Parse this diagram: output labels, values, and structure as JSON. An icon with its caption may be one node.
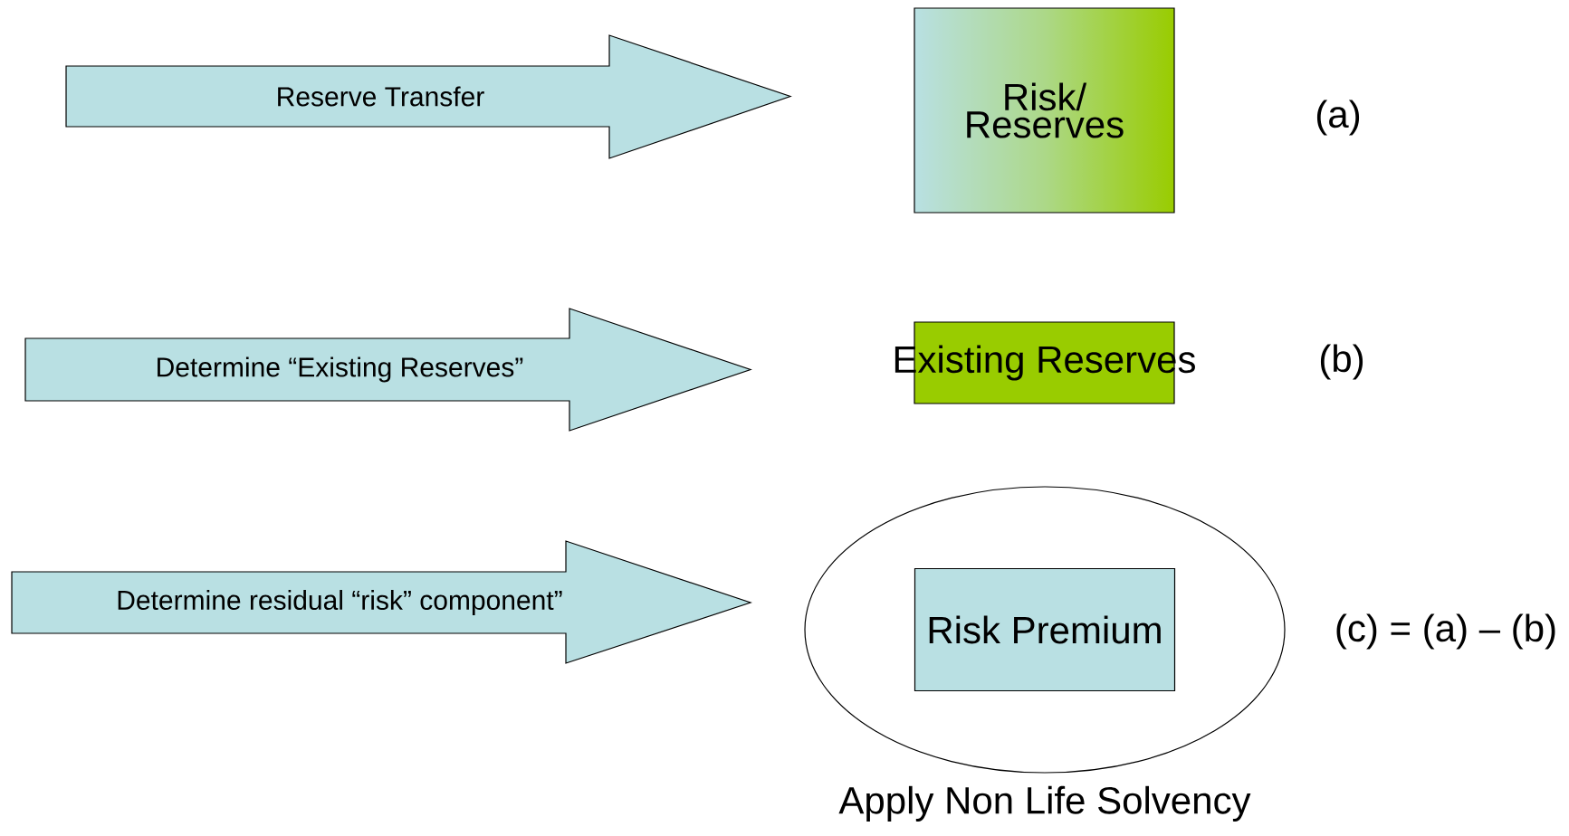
{
  "diagram": {
    "nodes": [
      {
        "text": [
          "Reserve Transfer"
        ]
      },
      {
        "text": [
          "Risk/ Reserves"
        ]
      },
      {
        "text": [
          "Determine “Existing Reserves”"
        ]
      },
      {
        "text": [
          "Existing Reserves"
        ]
      },
      {
        "text": [
          "Determine  residual  “risk” component”"
        ]
      },
      {
        "text": [],
        "shape": "ellipse",
        "beside": [
          "Apply Non Life Solvency"
        ]
      },
      {
        "text": [
          "Risk Premium"
        ],
        "in": 5
      }
    ],
    "labels": [
      "(a)",
      "(b)",
      "(c) = (a) – (b)"
    ]
  }
}
